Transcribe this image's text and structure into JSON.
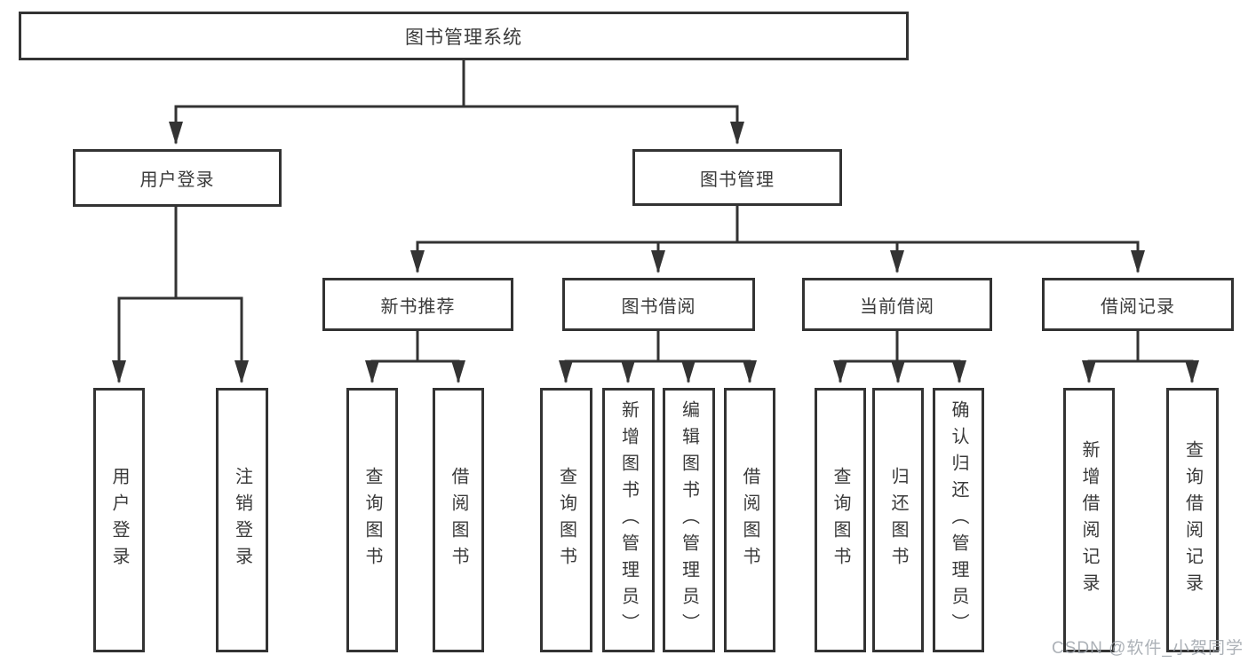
{
  "title": "图书管理系统",
  "watermark": "CSDN @软件_小贺同学",
  "colors": {
    "line": "#333333",
    "text": "#3a3a3a",
    "watermark": "#9ea3aa",
    "background": "#ffffff"
  },
  "level2": {
    "user_login": "用户登录",
    "book_management": "图书管理"
  },
  "user_login_children": {
    "login": "用户登录",
    "logout": "注销登录"
  },
  "book_management_children": {
    "new_book_recommend": "新书推荐",
    "book_borrow": "图书借阅",
    "current_borrow": "当前借阅",
    "borrow_records": "借阅记录"
  },
  "new_book_recommend_children": {
    "query_book": "查询图书",
    "borrow_book": "借阅图书"
  },
  "book_borrow_children": {
    "query_book": "查询图书",
    "add_book": "新增图书（管理员）",
    "edit_book": "编辑图书（管理员）",
    "borrow_book": "借阅图书"
  },
  "current_borrow_children": {
    "query_book": "查询图书",
    "return_book": "归还图书",
    "confirm_return": "确认归还（管理员）"
  },
  "borrow_records_children": {
    "add_record": "新增借阅记录",
    "query_record": "查询借阅记录"
  }
}
